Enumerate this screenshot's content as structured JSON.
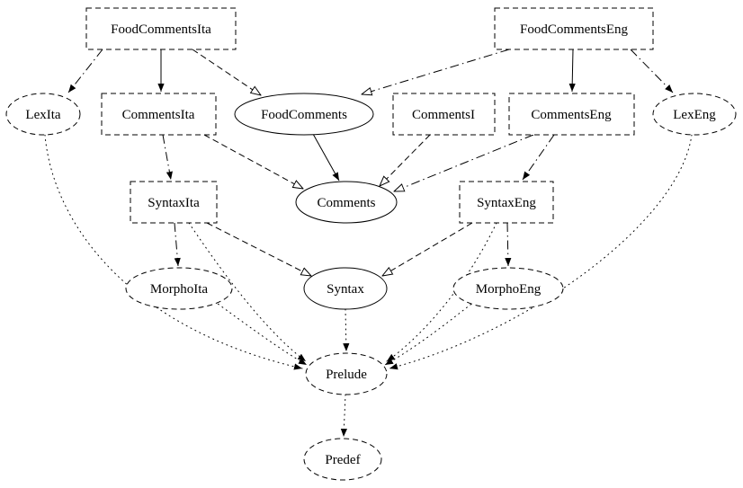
{
  "diagram": {
    "type": "module-dependency-graph",
    "background": "#ffffff"
  },
  "palette": {
    "red": "#ff0000",
    "green": "#00c000",
    "blue": "#0000cd",
    "black": "#000000"
  },
  "nodes": {
    "foodcommentsita": {
      "label": "FoodCommentsIta",
      "shape": "box",
      "border": "dashed",
      "color": "#ff0000"
    },
    "foodcommentseng": {
      "label": "FoodCommentsEng",
      "shape": "box",
      "border": "dashed",
      "color": "#ff0000"
    },
    "lexita": {
      "label": "LexIta",
      "shape": "ellipse",
      "border": "dashed",
      "color": "#000000"
    },
    "commentsita": {
      "label": "CommentsIta",
      "shape": "box",
      "border": "dashed",
      "color": "#00c000"
    },
    "foodcomments": {
      "label": "FoodComments",
      "shape": "ellipse",
      "border": "solid",
      "color": "#0000cd"
    },
    "commentsi": {
      "label": "CommentsI",
      "shape": "box",
      "border": "dashed",
      "color": "#ff0000"
    },
    "commentseng": {
      "label": "CommentsEng",
      "shape": "box",
      "border": "dashed",
      "color": "#00c000"
    },
    "lexeng": {
      "label": "LexEng",
      "shape": "ellipse",
      "border": "dashed",
      "color": "#000000"
    },
    "syntaxita": {
      "label": "SyntaxIta",
      "shape": "box",
      "border": "dashed",
      "color": "#000000"
    },
    "comments": {
      "label": "Comments",
      "shape": "ellipse",
      "border": "solid",
      "color": "#0000cd"
    },
    "syntaxeng": {
      "label": "SyntaxEng",
      "shape": "box",
      "border": "dashed",
      "color": "#000000"
    },
    "morphoita": {
      "label": "MorphoIta",
      "shape": "ellipse",
      "border": "dashed",
      "color": "#000000"
    },
    "syntax": {
      "label": "Syntax",
      "shape": "ellipse",
      "border": "solid",
      "color": "#000000"
    },
    "morphoeng": {
      "label": "MorphoEng",
      "shape": "ellipse",
      "border": "dashed",
      "color": "#000000"
    },
    "prelude": {
      "label": "Prelude",
      "shape": "ellipse",
      "border": "dashed",
      "color": "#000000"
    },
    "predef": {
      "label": "Predef",
      "shape": "ellipse",
      "border": "dashed",
      "color": "#000000"
    }
  },
  "edges": [
    {
      "from": "FoodCommentsIta",
      "to": "CommentsIta",
      "style": "solid",
      "arrowhead": "filled"
    },
    {
      "from": "FoodCommentsEng",
      "to": "CommentsEng",
      "style": "solid",
      "arrowhead": "filled"
    },
    {
      "from": "FoodComments",
      "to": "Comments",
      "style": "solid",
      "arrowhead": "filled"
    },
    {
      "from": "FoodCommentsIta",
      "to": "FoodComments",
      "style": "dashed",
      "arrowhead": "open"
    },
    {
      "from": "FoodCommentsEng",
      "to": "FoodComments",
      "style": "dash-dot",
      "arrowhead": "open"
    },
    {
      "from": "CommentsIta",
      "to": "Comments",
      "style": "dashed",
      "arrowhead": "open"
    },
    {
      "from": "CommentsI",
      "to": "Comments",
      "style": "dashed",
      "arrowhead": "open"
    },
    {
      "from": "CommentsEng",
      "to": "Comments",
      "style": "dash-dot",
      "arrowhead": "open"
    },
    {
      "from": "SyntaxIta",
      "to": "Syntax",
      "style": "dashed",
      "arrowhead": "open"
    },
    {
      "from": "SyntaxEng",
      "to": "Syntax",
      "style": "dashed",
      "arrowhead": "open"
    },
    {
      "from": "FoodCommentsIta",
      "to": "LexIta",
      "style": "dash-dot",
      "arrowhead": "filled"
    },
    {
      "from": "FoodCommentsEng",
      "to": "LexEng",
      "style": "dash-dot",
      "arrowhead": "filled"
    },
    {
      "from": "CommentsIta",
      "to": "SyntaxIta",
      "style": "dash-dot",
      "arrowhead": "filled"
    },
    {
      "from": "CommentsEng",
      "to": "SyntaxEng",
      "style": "dash-dot",
      "arrowhead": "filled"
    },
    {
      "from": "SyntaxIta",
      "to": "MorphoIta",
      "style": "dash-dot",
      "arrowhead": "filled"
    },
    {
      "from": "SyntaxEng",
      "to": "MorphoEng",
      "style": "dash-dot",
      "arrowhead": "filled"
    },
    {
      "from": "LexIta",
      "to": "Prelude",
      "style": "dotted",
      "arrowhead": "filled"
    },
    {
      "from": "SyntaxIta",
      "to": "Prelude",
      "style": "dotted",
      "arrowhead": "filled"
    },
    {
      "from": "MorphoIta",
      "to": "Prelude",
      "style": "dotted",
      "arrowhead": "filled"
    },
    {
      "from": "Syntax",
      "to": "Prelude",
      "style": "dotted",
      "arrowhead": "filled"
    },
    {
      "from": "MorphoEng",
      "to": "Prelude",
      "style": "dotted",
      "arrowhead": "filled"
    },
    {
      "from": "SyntaxEng",
      "to": "Prelude",
      "style": "dotted",
      "arrowhead": "filled"
    },
    {
      "from": "LexEng",
      "to": "Prelude",
      "style": "dotted",
      "arrowhead": "filled"
    },
    {
      "from": "Prelude",
      "to": "Predef",
      "style": "dotted",
      "arrowhead": "filled"
    }
  ]
}
